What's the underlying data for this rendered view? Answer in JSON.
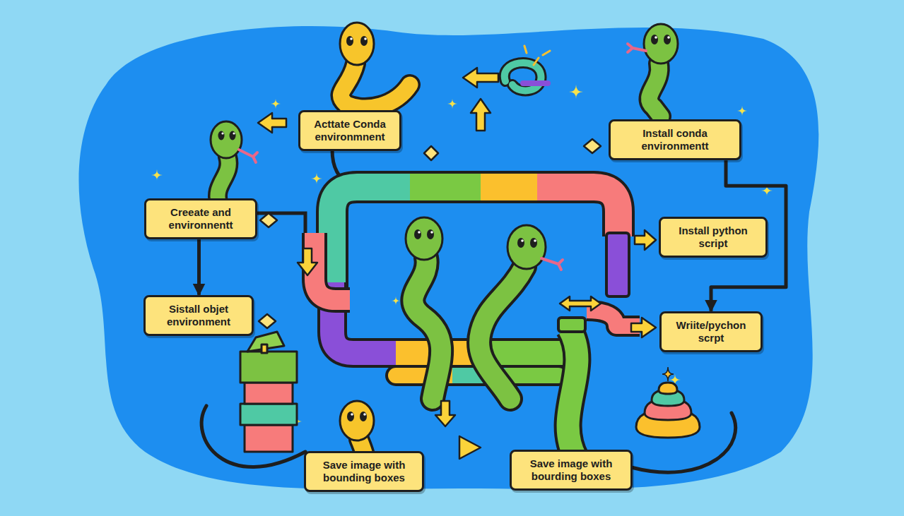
{
  "diagram": {
    "nodes": [
      {
        "text": [
          "Acttate Conda environmnent"
        ]
      },
      {
        "text": [
          "Install conda environmentt"
        ]
      },
      {
        "text": [
          "Creeate and environnentt"
        ]
      },
      {
        "text": [
          "Install python script"
        ]
      },
      {
        "text": [
          "Sistall objet environment"
        ]
      },
      {
        "text": [
          "Wriite/pychon scrpt"
        ]
      },
      {
        "text": [
          "Save image with bounding boxes"
        ]
      },
      {
        "text": [
          "Save image with bourding boxes"
        ]
      }
    ],
    "edges": [
      {
        "from": 2,
        "to": 4,
        "arrow": "to"
      },
      {
        "from": 1,
        "to": 5,
        "arrow": "to"
      }
    ]
  }
}
